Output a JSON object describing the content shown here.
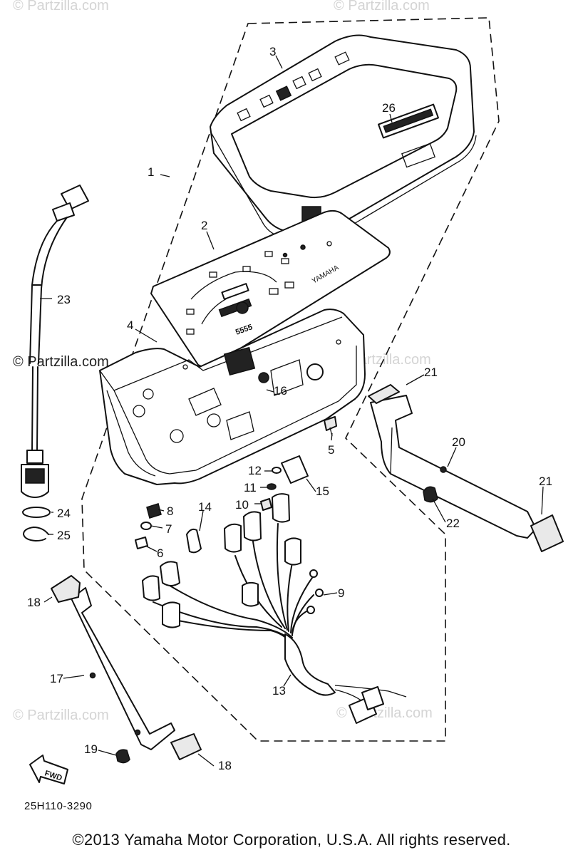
{
  "watermarks": {
    "top_left": "© Partzilla.com",
    "top_right": "© Partzilla.com",
    "mid_left": "© Partzilla.com",
    "mid_right": "© Partzilla.com",
    "low_left": "© Partzilla.com",
    "low_right": "© Partzilla.com"
  },
  "callouts": {
    "c1": "1",
    "c2": "2",
    "c3": "3",
    "c4": "4",
    "c5": "5",
    "c6": "6",
    "c7": "7",
    "c8": "8",
    "c9": "9",
    "c10": "10",
    "c11": "11",
    "c12": "12",
    "c13": "13",
    "c14": "14",
    "c15": "15",
    "c16": "16",
    "c17": "17",
    "c18a": "18",
    "c18b": "18",
    "c19": "19",
    "c20": "20",
    "c21a": "21",
    "c21b": "21",
    "c22": "22",
    "c23": "23",
    "c24": "24",
    "c25": "25",
    "c26": "26"
  },
  "dial_text": {
    "brand": "YAMAHA",
    "odometer": "5555"
  },
  "fwd_label": "FWD",
  "diagram_code": "25H110-3290",
  "copyright": "©2013 Yamaha Motor Corporation, U.S.A. All rights reserved.",
  "icons": {
    "fwd_arrow": "left-arrow-icon"
  }
}
